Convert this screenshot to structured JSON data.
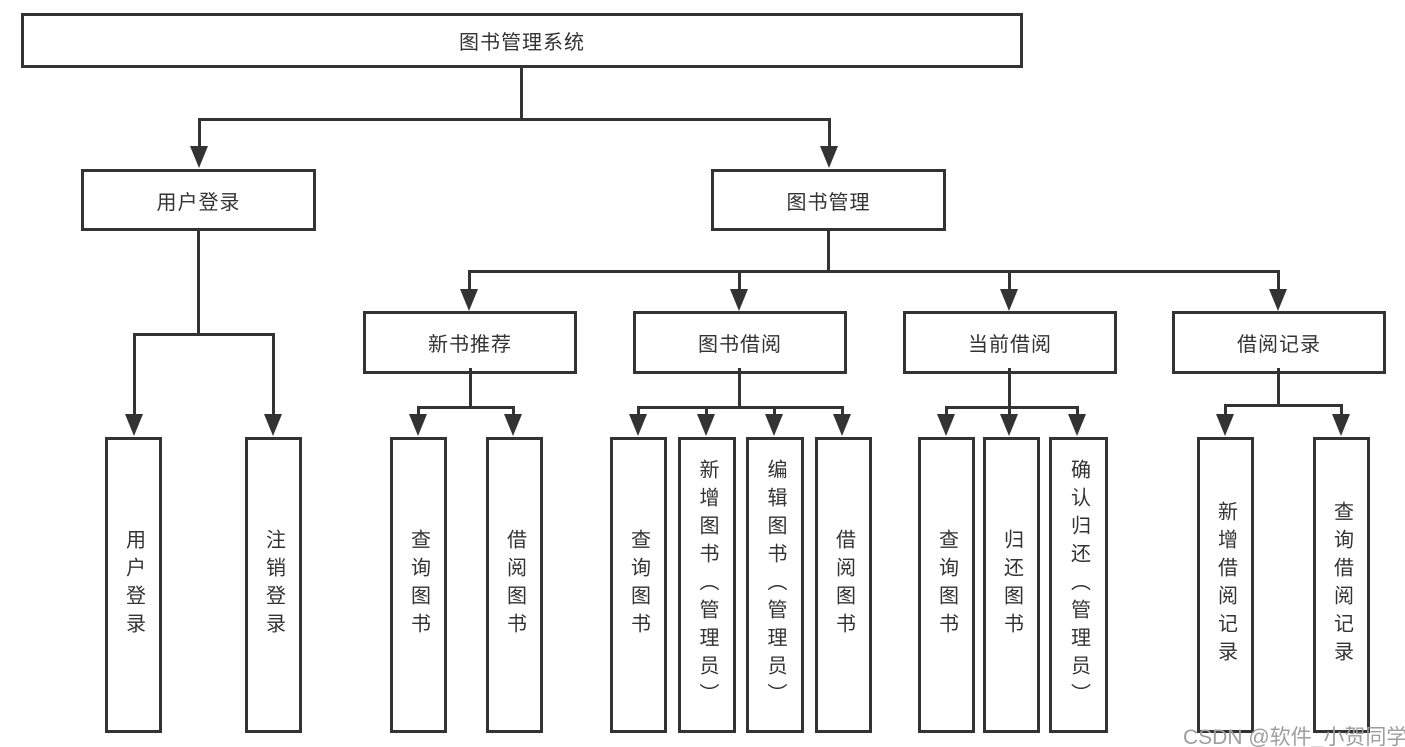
{
  "root": {
    "label": "图书管理系统"
  },
  "level2": {
    "user_login": {
      "label": "用户登录"
    },
    "book_mgmt": {
      "label": "图书管理"
    }
  },
  "level3": {
    "new_book_rec": {
      "label": "新书推荐"
    },
    "book_borrow": {
      "label": "图书借阅"
    },
    "current_borrow": {
      "label": "当前借阅"
    },
    "borrow_records": {
      "label": "借阅记录"
    }
  },
  "leaves": {
    "user_login": {
      "label": "用户登录"
    },
    "logout": {
      "label": "注销登录"
    },
    "rec_query": {
      "label": "查询图书"
    },
    "rec_borrow": {
      "label": "借阅图书"
    },
    "borrow_query": {
      "label": "查询图书"
    },
    "borrow_add": {
      "label": "新增图书（管理员）"
    },
    "borrow_edit": {
      "label": "编辑图书（管理员）"
    },
    "borrow_borrow": {
      "label": "借阅图书"
    },
    "current_query": {
      "label": "查询图书"
    },
    "current_return": {
      "label": "归还图书"
    },
    "current_confirm": {
      "label": "确认归还（管理员）"
    },
    "records_add": {
      "label": "新增借阅记录"
    },
    "records_query": {
      "label": "查询借阅记录"
    }
  },
  "watermark": "CSDN @软件_小贺同学",
  "colors": {
    "line": "#333333",
    "text": "#333333",
    "watermark": "#9e9e9e",
    "background": "#ffffff"
  }
}
